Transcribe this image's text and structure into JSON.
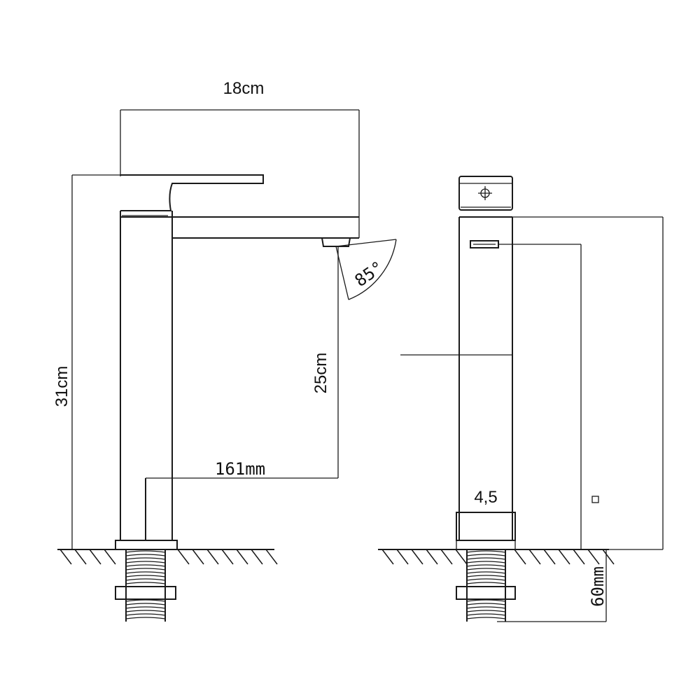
{
  "diagram": {
    "dimensions": {
      "width": "18cm",
      "height": "31cm",
      "spout_height": "25cm",
      "reach": "161mm",
      "angle": "85°",
      "body": "4,5",
      "thread": "60mm"
    }
  }
}
